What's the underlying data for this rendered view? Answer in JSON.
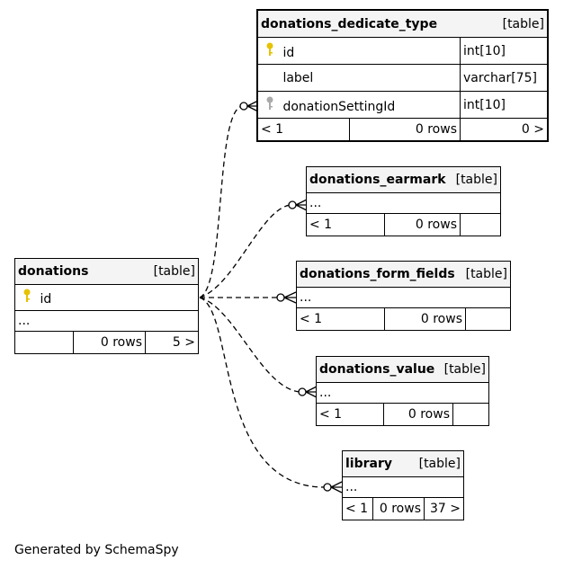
{
  "colors": {
    "primary_key": "#e6c200",
    "foreign_key": "#aaaaaa",
    "header_bg": "#f4f4f4"
  },
  "tables": {
    "dedicate_type": {
      "name": "donations_dedicate_type",
      "type": "[table]",
      "columns": [
        {
          "icon": "primary-key-icon",
          "name": "id",
          "dtype": "int[10]"
        },
        {
          "icon": "",
          "name": "label",
          "dtype": "varchar[75]"
        },
        {
          "icon": "foreign-key-icon",
          "name": "donationSettingId",
          "dtype": "int[10]"
        }
      ],
      "parents": "< 1",
      "rows": "0 rows",
      "children": "0 >"
    },
    "earmark": {
      "name": "donations_earmark",
      "type": "[table]",
      "ellipsis": "...",
      "parents": "< 1",
      "rows": "0 rows",
      "children": ""
    },
    "form_fields": {
      "name": "donations_form_fields",
      "type": "[table]",
      "ellipsis": "...",
      "parents": "< 1",
      "rows": "0 rows",
      "children": ""
    },
    "value": {
      "name": "donations_value",
      "type": "[table]",
      "ellipsis": "...",
      "parents": "< 1",
      "rows": "0 rows",
      "children": ""
    },
    "library": {
      "name": "library",
      "type": "[table]",
      "ellipsis": "...",
      "parents": "< 1",
      "rows": "0 rows",
      "children": "37 >"
    },
    "donations": {
      "name": "donations",
      "type": "[table]",
      "pk_column": "id",
      "ellipsis": "...",
      "parents": "",
      "rows": "0 rows",
      "children": "5 >"
    }
  },
  "footer": "Generated by SchemaSpy"
}
